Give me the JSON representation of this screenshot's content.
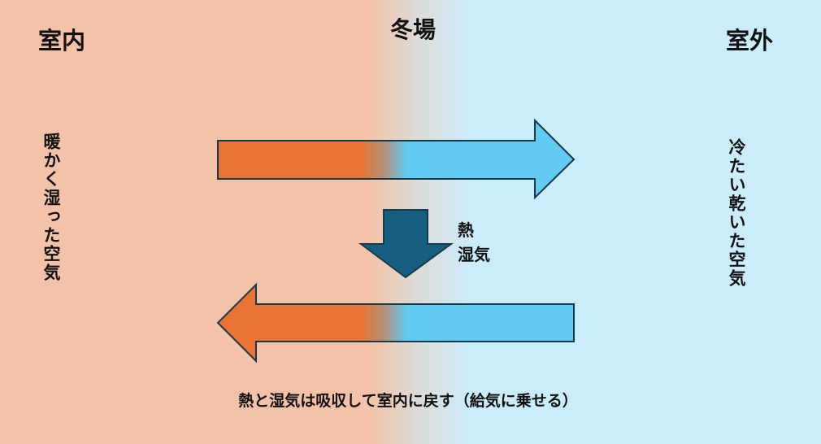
{
  "title": "冬場",
  "indoor_label": "室内",
  "outdoor_label": "室外",
  "indoor_air": "暖かく湿った空気",
  "outdoor_air": "冷たい乾いた空気",
  "transfer_label_line1": "熱",
  "transfer_label_line2": "湿気",
  "caption": "熱と湿気は吸収して室内に戻す（給気に乗せる）",
  "colors": {
    "indoor_bg": "#f4c2a8",
    "outdoor_bg": "#cbecfa",
    "warm": "#e97333",
    "cold": "#63cbf2",
    "transfer": "#165e80",
    "stroke": "#153a4a"
  }
}
